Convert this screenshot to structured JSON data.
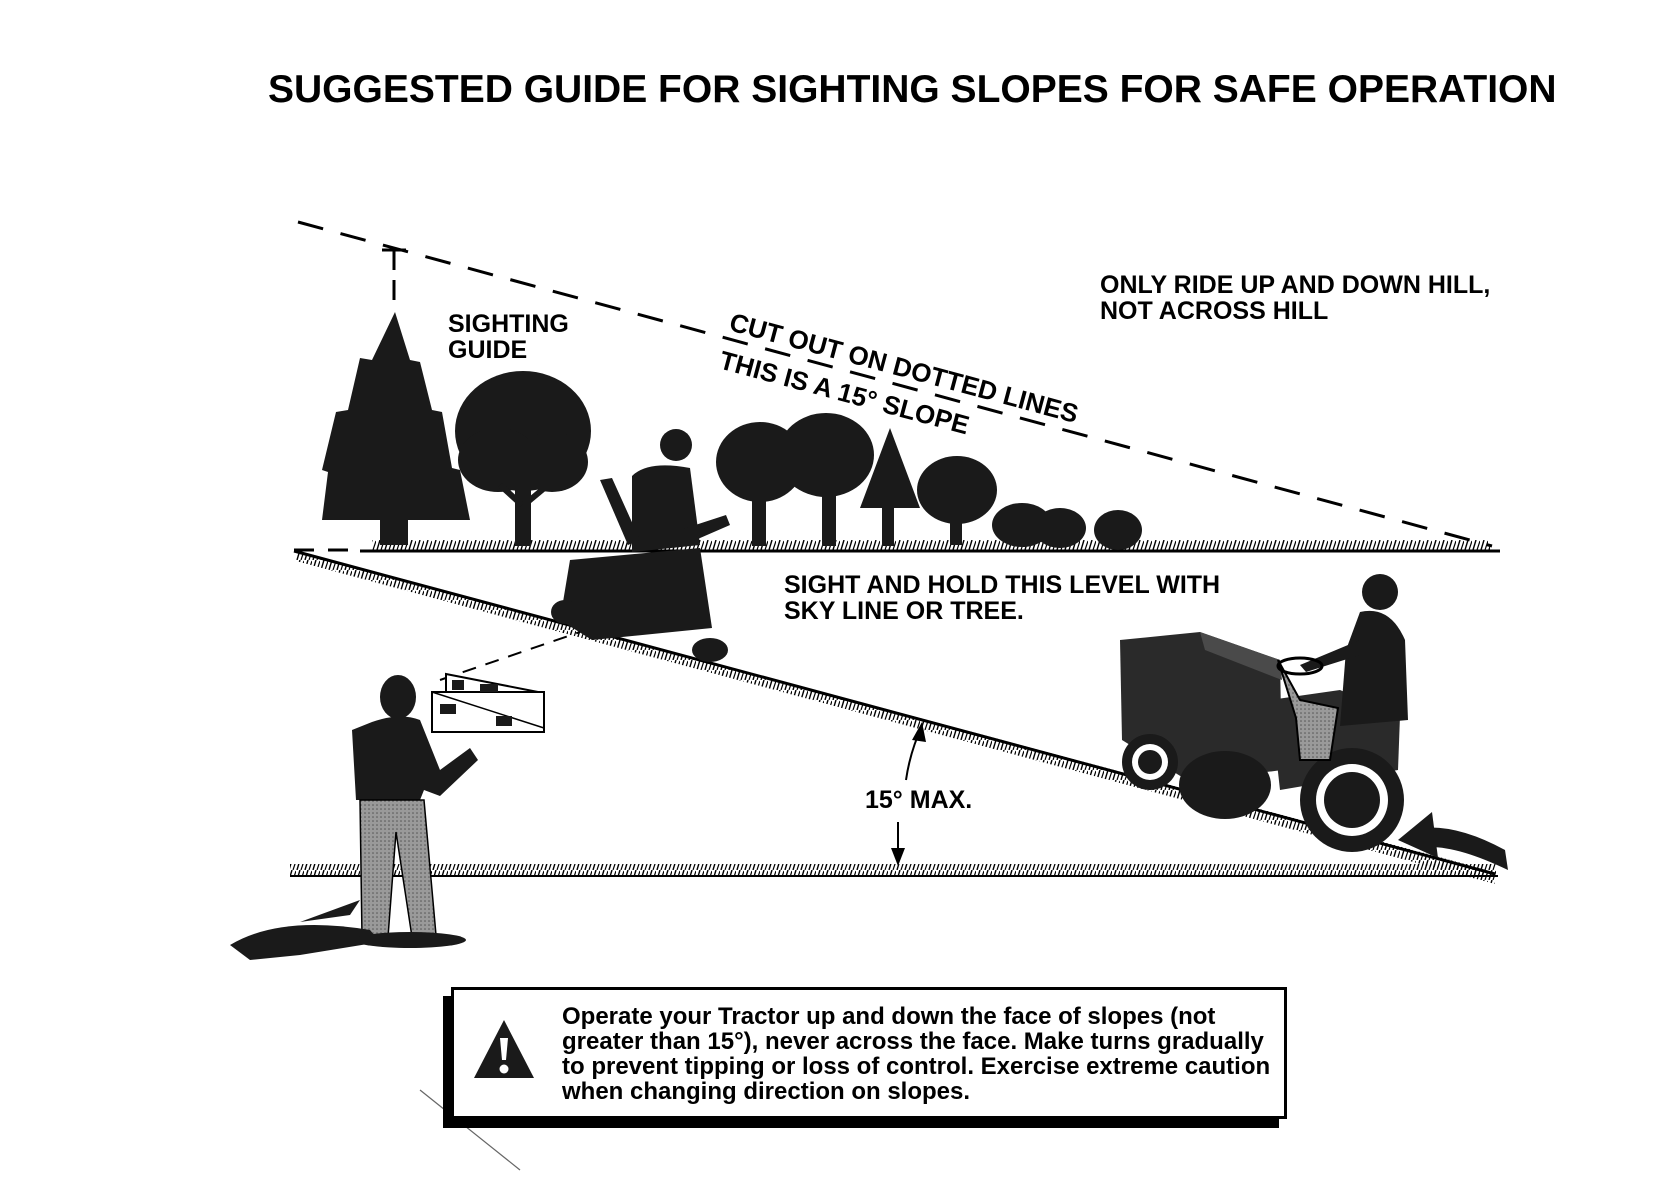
{
  "title": "SUGGESTED GUIDE FOR SIGHTING SLOPES FOR SAFE OPERATION",
  "labels": {
    "sighting_guide": [
      "SIGHTING",
      "GUIDE"
    ],
    "cut_out": "CUT OUT ON DOTTED LINES",
    "this_is": "THIS IS A 15° SLOPE",
    "only_ride": [
      "ONLY RIDE UP AND DOWN HILL,",
      "NOT ACROSS HILL"
    ],
    "sight_hold": [
      "SIGHT AND HOLD THIS LEVEL WITH",
      "SKY LINE OR TREE."
    ],
    "max_angle": "15° MAX."
  },
  "warning": {
    "text": "Operate your Tractor up and down the face of slopes (not greater than 15°), never across the face. Make turns gradually to prevent tipping or loss of control. Exercise extreme caution when changing direction on slopes.",
    "icon": "caution-triangle-icon"
  },
  "icons": [
    "pine-tree-icon",
    "tree-icon",
    "tractor-rider-icon",
    "person-icon",
    "arrow-icon"
  ]
}
